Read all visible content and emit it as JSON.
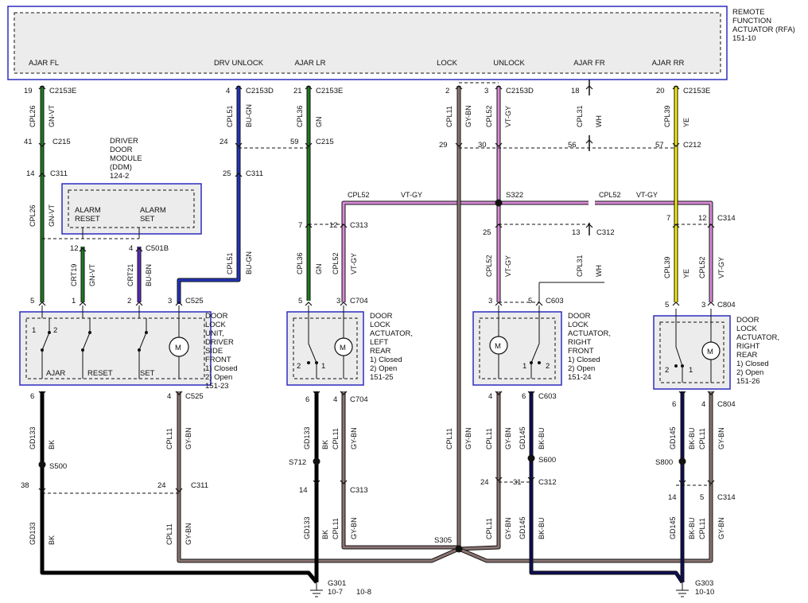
{
  "rfa": {
    "title_lines": [
      "REMOTE",
      "FUNCTION",
      "ACTUATOR (RFA)",
      "151-10"
    ],
    "pins": [
      "AJAR FL",
      "DRV UNLOCK",
      "AJAR LR",
      "LOCK",
      "UNLOCK",
      "AJAR FR",
      "AJAR RR"
    ]
  },
  "ddm": {
    "title_lines": [
      "DRIVER",
      "DOOR",
      "MODULE",
      "(DDM)",
      "124-2"
    ],
    "alarm_reset": [
      "ALARM",
      "RESET"
    ],
    "alarm_set": [
      "ALARM",
      "SET"
    ]
  },
  "components": {
    "driver_front": [
      "DOOR",
      "LOCK",
      "UNIT,",
      "DRIVER",
      "SIDE",
      "FRONT",
      "1) Closed",
      "2) Open",
      "151-23"
    ],
    "driver_switch_labels": [
      "AJAR",
      "RESET",
      "SET"
    ],
    "left_rear": [
      "DOOR",
      "LOCK",
      "ACTUATOR,",
      "LEFT",
      "REAR",
      "1) Closed",
      "2) Open",
      "151-25"
    ],
    "right_front": [
      "DOOR",
      "LOCK",
      "ACTUATOR,",
      "RIGHT",
      "FRONT",
      "1) Closed",
      "2) Open",
      "151-24"
    ],
    "right_rear": [
      "DOOR",
      "LOCK",
      "ACTUATOR,",
      "RIGHT",
      "REAR",
      "1) Closed",
      "2) Open",
      "151-26"
    ]
  },
  "connectors": {
    "c2153e_1": "C2153E",
    "c2153d_1": "C2153D",
    "c2153e_2": "C2153E",
    "c2153d_2": "C2153D",
    "c2153e_3": "C2153E",
    "c215_1": "C215",
    "c215_2": "C215",
    "c212": "C212",
    "c311_1": "C311",
    "c311_2": "C311",
    "c311_3": "C311",
    "c501b": "C501B",
    "c525_1": "C525",
    "c525_2": "C525",
    "c313_1": "C313",
    "c313_2": "C313",
    "c704_1": "C704",
    "c704_2": "C704",
    "c312_1": "C312",
    "c312_2": "C312",
    "c603_1": "C603",
    "c603_2": "C603",
    "c314_1": "C314",
    "c314_2": "C314",
    "c804_1": "C804",
    "c804_2": "C804"
  },
  "splices": {
    "s500": "S500",
    "s712": "S712",
    "s600": "S600",
    "s800": "S800",
    "s305": "S305",
    "s322": "S322"
  },
  "grounds": {
    "g301": [
      "G301",
      "10-7",
      "10-8"
    ],
    "g303": [
      "G303",
      "10-10"
    ]
  },
  "wires": {
    "cpl26": "CPL26",
    "gn_vt": "GN-VT",
    "cpl51": "CPL51",
    "bu_gn": "BU-GN",
    "cpl36": "CPL36",
    "gn": "GN",
    "cpl11": "CPL11",
    "gy_bn": "GY-BN",
    "cpl52": "CPL52",
    "vt_gy": "VT-GY",
    "cpl31": "CPL31",
    "wh": "WH",
    "cpl39": "CPL39",
    "ye": "YE",
    "crt19": "CRT19",
    "crt21": "CRT21",
    "bu_bn": "BU-BN",
    "gd133": "GD133",
    "bk": "BK",
    "gd145": "GD145",
    "bk_bu": "BK-BU"
  },
  "pins": {
    "p19": "19",
    "p4": "4",
    "p21": "21",
    "p2": "2",
    "p3": "3",
    "p18": "18",
    "p20": "20",
    "p41": "41",
    "p24": "24",
    "p59": "59",
    "p29": "29",
    "p30": "30",
    "p56": "56",
    "p57": "57",
    "p14": "14",
    "p25": "25",
    "p12": "12",
    "p7": "7",
    "p13": "13",
    "p5": "5",
    "p1": "1",
    "p6": "6",
    "p38": "38",
    "p31": "31"
  },
  "colors": {
    "box_border": "#2d2dbf",
    "gn": "#1e7a1e",
    "bu": "#2233bb",
    "vt": "#d98ad8",
    "ye": "#f2ee00",
    "gy": "#8a7472",
    "bk": "#000000",
    "bk_bu": "#0d0d55"
  }
}
